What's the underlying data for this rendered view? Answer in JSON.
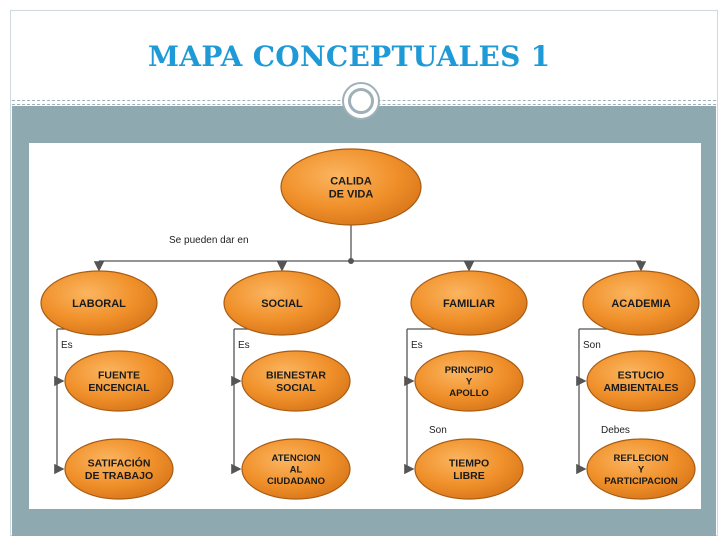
{
  "title": "MAPA CONCEPTUALES 1",
  "center_node": {
    "line1": "CALIDA",
    "line2": "DE VIDA"
  },
  "branch_label": "Se pueden dar en",
  "columns": [
    {
      "head": "LABORAL",
      "link1": "Es",
      "link2": "",
      "child1": [
        "FUENTE",
        "ENCENCIAL"
      ],
      "child2": [
        "SATIFACIÓN",
        "DE TRABAJO"
      ]
    },
    {
      "head": "SOCIAL",
      "link1": "Es",
      "link2": "",
      "child1": [
        "BIENESTAR",
        "SOCIAL"
      ],
      "child2": [
        "ATENCION",
        "AL",
        "CIUDADANO"
      ]
    },
    {
      "head": "FAMILIAR",
      "link1": "Es",
      "link2": "Son",
      "child1": [
        "PRINCIPIO",
        "Y",
        "APOLLO"
      ],
      "child2": [
        "TIEMPO",
        "LIBRE"
      ]
    },
    {
      "head": "ACADEMIA",
      "link1": "Son",
      "link2": "Debes",
      "child1": [
        "ESTUCIO",
        "AMBIENTALES"
      ],
      "child2": [
        "REFLECION",
        "Y",
        "PARTICIPACION"
      ]
    }
  ],
  "colors": {
    "title": "#1f9ad6",
    "node_fill": "#f0902a",
    "node_stroke": "#a85c12",
    "band": "#8fa9b1",
    "line": "#555555"
  }
}
